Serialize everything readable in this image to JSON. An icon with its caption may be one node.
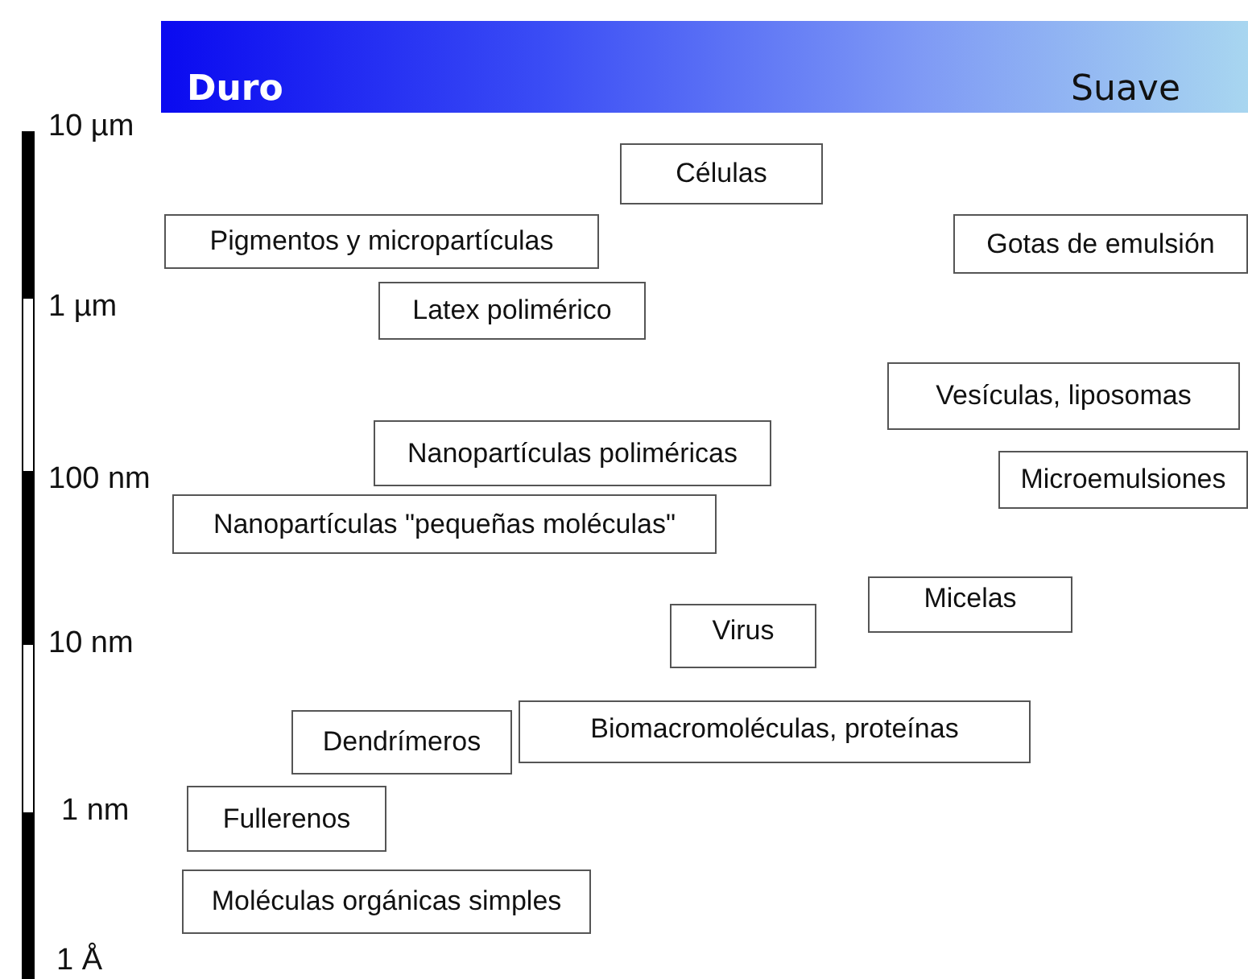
{
  "diagram": {
    "nodes": [
      {
        "text": [
          "Duro",
          "Suave"
        ]
      },
      {
        "text": [
          "Células"
        ]
      },
      {
        "text": [
          "Pigmentos y micropartículas"
        ]
      },
      {
        "text": [
          "Gotas de emulsión"
        ]
      },
      {
        "text": [
          "Latex polimérico"
        ]
      },
      {
        "text": [
          "Vesículas, liposomas"
        ]
      },
      {
        "text": [
          "Nanopartículas poliméricas"
        ]
      },
      {
        "text": [
          "Microemulsiones"
        ]
      },
      {
        "text": [
          "Nanopartículas \"pequeñas moléculas\""
        ]
      },
      {
        "text": [
          "Micelas"
        ]
      },
      {
        "text": [
          "Virus"
        ]
      },
      {
        "text": [
          "Dendrímeros"
        ]
      },
      {
        "text": [
          "Biomacromoléculas, proteínas"
        ]
      },
      {
        "text": [
          "Fullerenos"
        ]
      },
      {
        "text": [
          "Moléculas orgánicas simples"
        ]
      }
    ],
    "labels": [
      "10 µm",
      "1 µm",
      "100 nm",
      "10 nm",
      "1 nm",
      "1 Å"
    ]
  }
}
